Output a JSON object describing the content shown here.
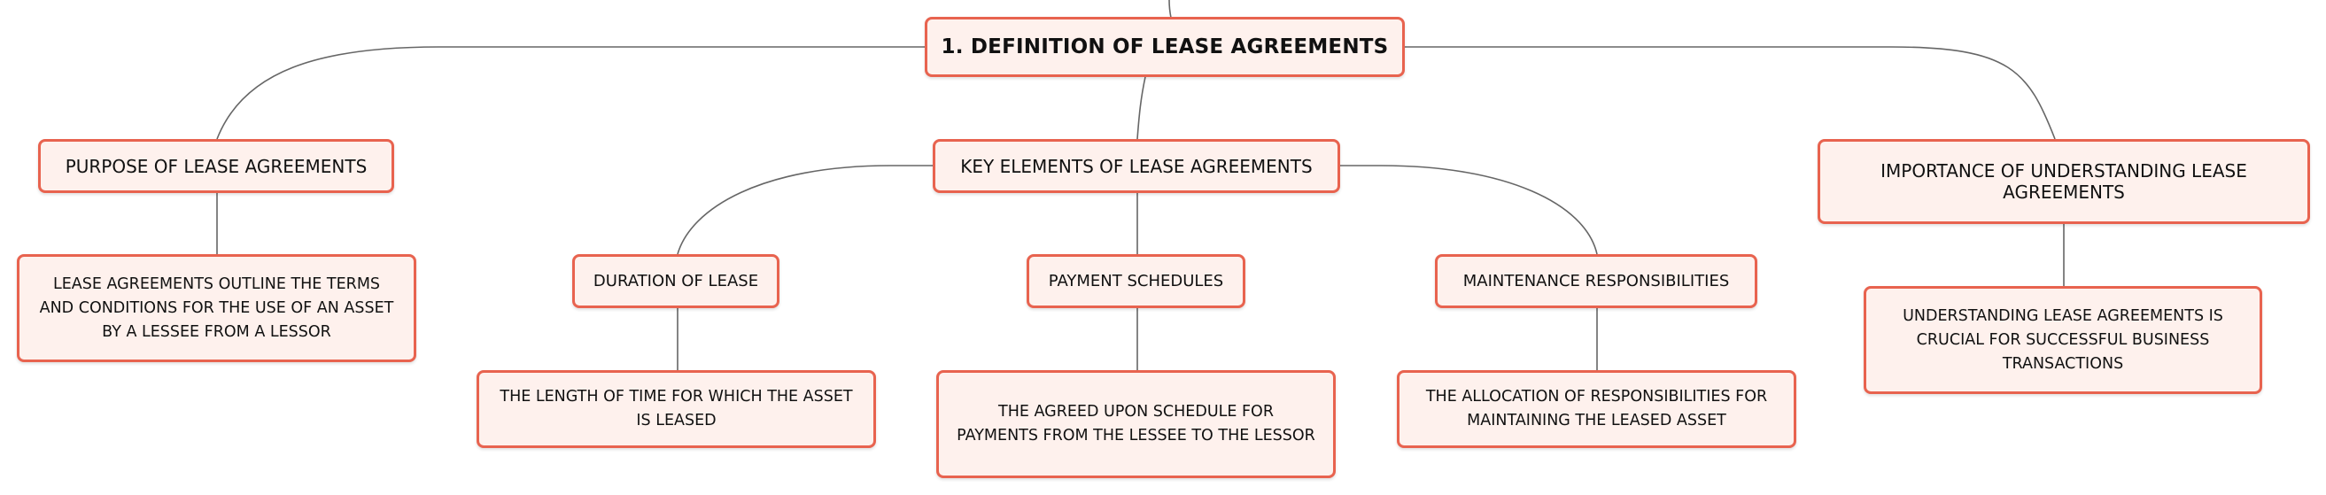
{
  "diagram": {
    "root": {
      "text": "1. DEFINITION OF LEASE AGREEMENTS"
    },
    "branches": {
      "purpose": {
        "title": "PURPOSE OF LEASE AGREEMENTS",
        "detail": "LEASE AGREEMENTS OUTLINE THE TERMS AND CONDITIONS FOR THE USE OF AN ASSET BY A LESSEE FROM A LESSOR"
      },
      "key_elements": {
        "title": "KEY ELEMENTS OF LEASE AGREEMENTS",
        "children": {
          "duration": {
            "title": "DURATION OF LEASE",
            "detail": "THE LENGTH OF TIME FOR WHICH THE ASSET IS LEASED"
          },
          "payment": {
            "title": "PAYMENT SCHEDULES",
            "detail": "THE AGREED UPON SCHEDULE FOR PAYMENTS FROM THE LESSEE TO THE LESSOR"
          },
          "maintenance": {
            "title": "MAINTENANCE RESPONSIBILITIES",
            "detail": "THE ALLOCATION OF RESPONSIBILITIES FOR MAINTAINING THE LEASED ASSET"
          }
        }
      },
      "importance": {
        "title": "IMPORTANCE OF UNDERSTANDING LEASE AGREEMENTS",
        "detail": "UNDERSTANDING LEASE AGREEMENTS IS CRUCIAL FOR SUCCESSFUL BUSINESS TRANSACTIONS"
      }
    }
  },
  "colors": {
    "node_fill": "#fef1ed",
    "node_border": "#e8634f",
    "connector": "#666666",
    "text": "#111111"
  }
}
